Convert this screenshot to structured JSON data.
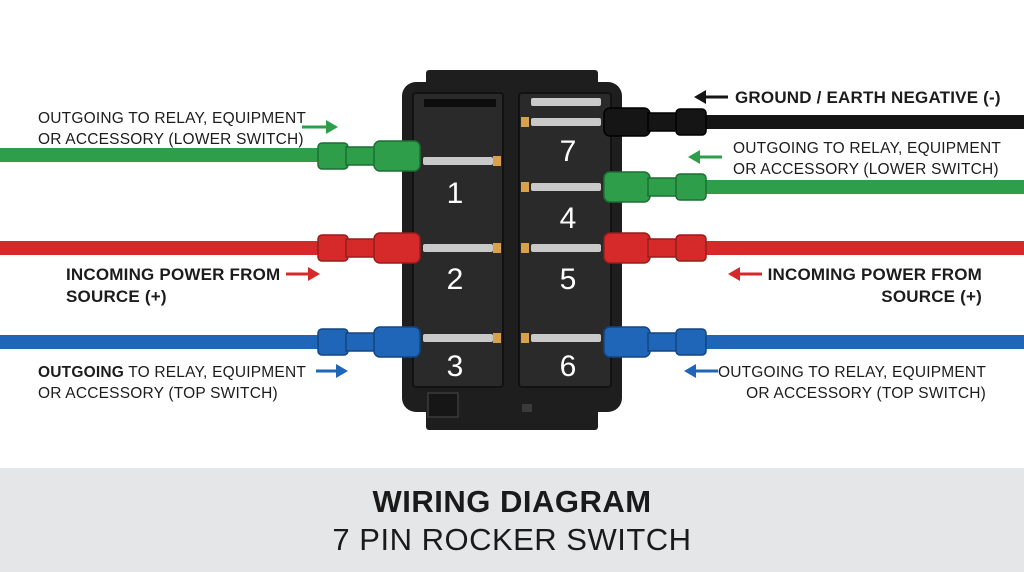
{
  "labels": {
    "left_top_line1": "OUTGOING TO RELAY, EQUIPMENT",
    "left_top_line2": "OR ACCESSORY (LOWER SWITCH)",
    "left_mid_line1": "INCOMING POWER FROM",
    "left_mid_line2": "SOURCE (+)",
    "left_bot_bold": "OUTGOING",
    "left_bot_line1_rest": " TO RELAY, EQUIPMENT",
    "left_bot_line2": "OR ACCESSORY (TOP SWITCH)",
    "right_ground": "GROUND / EARTH NEGATIVE (-)",
    "right_top_line1": "OUTGOING TO RELAY, EQUIPMENT",
    "right_top_line2": "OR ACCESSORY (LOWER SWITCH)",
    "right_mid_line1": "INCOMING POWER FROM",
    "right_mid_line2": "SOURCE (+)",
    "right_bot_line1": "OUTGOING TO RELAY, EQUIPMENT",
    "right_bot_line2": "OR ACCESSORY (TOP SWITCH)"
  },
  "pins": [
    "1",
    "2",
    "3",
    "7",
    "4",
    "5",
    "6"
  ],
  "colors": {
    "green": "#2e9e4a",
    "red": "#d62a2a",
    "blue": "#1f66b8",
    "black": "#151515",
    "switch_body": "#1e1e1e",
    "terminal": "#c9c9c9",
    "terminal_tip": "#d9a24a"
  },
  "footer": {
    "title": "WIRING DIAGRAM",
    "subtitle": "7 PIN ROCKER SWITCH"
  }
}
